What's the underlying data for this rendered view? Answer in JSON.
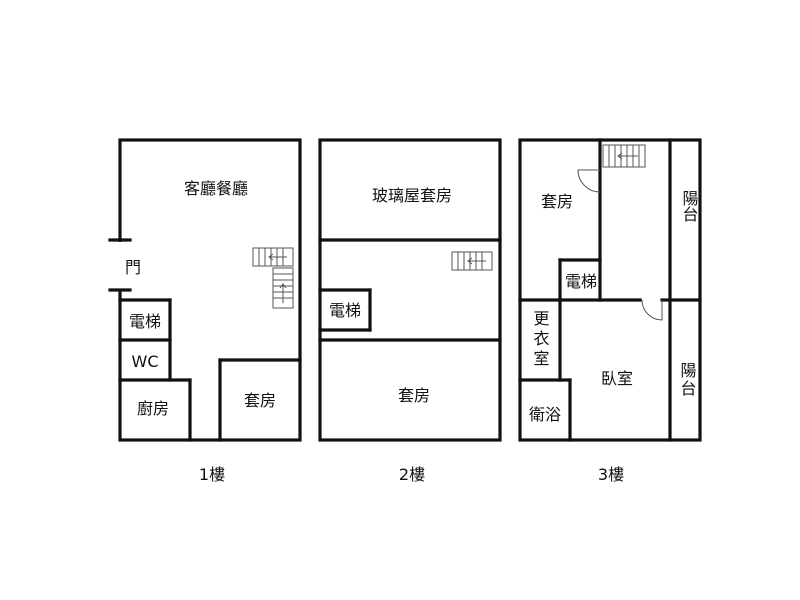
{
  "floors": [
    {
      "label": "1樓",
      "rooms": [
        "客廳餐廳",
        "門",
        "電梯",
        "WC",
        "廚房",
        "套房"
      ]
    },
    {
      "label": "2樓",
      "rooms": [
        "玻璃屋套房",
        "電梯",
        "套房"
      ]
    },
    {
      "label": "3樓",
      "rooms": [
        "套房",
        "電梯",
        "陽台",
        "更衣室",
        "臥室",
        "衛浴",
        "陽台"
      ]
    }
  ]
}
